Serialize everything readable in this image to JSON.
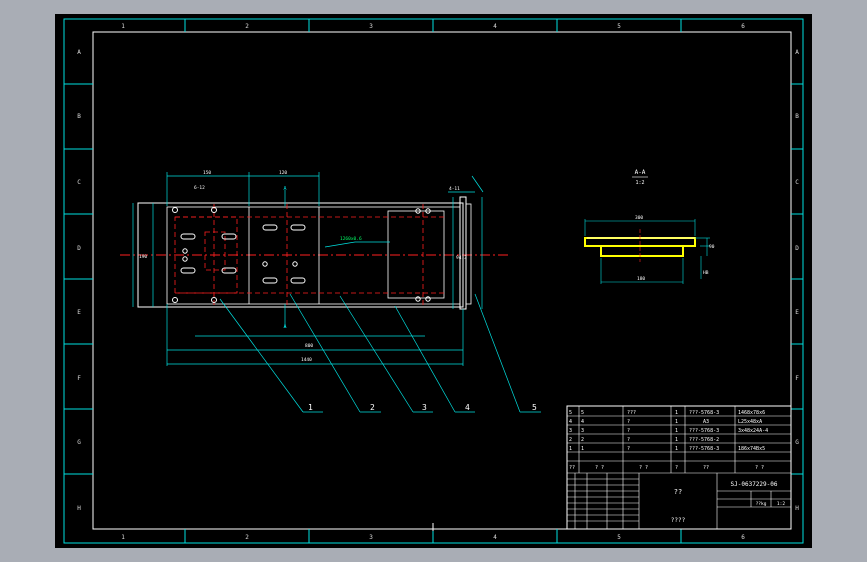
{
  "sheet": {
    "zones_top": [
      "1",
      "2",
      "3",
      "4",
      "5",
      "6"
    ],
    "zones_bottom": [
      "1",
      "2",
      "3",
      "4",
      "5",
      "6"
    ],
    "zones_side": [
      "A",
      "B",
      "C",
      "D",
      "E",
      "F",
      "G",
      "H"
    ]
  },
  "section": {
    "label": "A-A",
    "scale": "1:2"
  },
  "balloons": [
    "1",
    "2",
    "3",
    "4",
    "5"
  ],
  "title_block": {
    "drawing_no": "SJ-0637229-06",
    "title_placeholder": "??",
    "company_placeholder": "????",
    "weight_label": "??kg",
    "scale_value": "1:2"
  },
  "parts": [
    {
      "item": "5",
      "code": "5",
      "name": "???",
      "qty": "1",
      "material": "???-5768-3",
      "note": "1468x78x6"
    },
    {
      "item": "4",
      "code": "4",
      "name": "?",
      "qty": "1",
      "material": "A3",
      "note": "L25x48xA"
    },
    {
      "item": "3",
      "code": "3",
      "name": "?",
      "qty": "1",
      "material": "???-5768-3",
      "note": "3x48x24A-4"
    },
    {
      "item": "2",
      "code": "2",
      "name": "?",
      "qty": "1",
      "material": "???-5768-2",
      "note": ""
    },
    {
      "item": "1",
      "code": "1",
      "name": "?",
      "qty": "1",
      "material": "???-5768-3",
      "note": "186x74Bx5"
    }
  ],
  "parts_header": [
    "??",
    "? ?",
    "? ?",
    "?",
    "??",
    "? ?"
  ]
}
